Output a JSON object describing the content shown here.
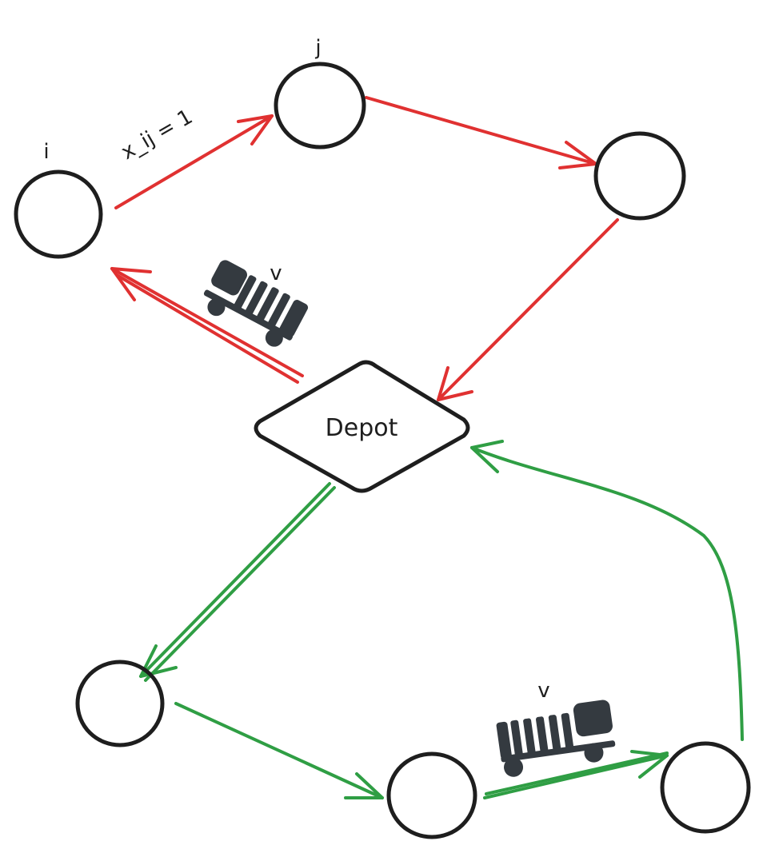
{
  "diagram": {
    "node_labels": {
      "i": "i",
      "j": "j"
    },
    "edge_label": "x_ij = 1",
    "depot_label": "Depot",
    "vehicle_label_top": "v",
    "vehicle_label_bottom": "v",
    "colors": {
      "route_1": "#e03131",
      "route_2": "#2f9e44",
      "ink": "#1e1e1e",
      "truck": "#343a40"
    },
    "icons": [
      "truck-icon",
      "truck-icon"
    ],
    "routes": [
      {
        "name": "",
        "color": "route_1",
        "path": [
          "Depot",
          "i",
          "j",
          "node",
          "Depot"
        ]
      },
      {
        "name": "",
        "color": "route_2",
        "path": [
          "Depot",
          "node",
          "node",
          "node",
          "Depot"
        ]
      }
    ]
  }
}
